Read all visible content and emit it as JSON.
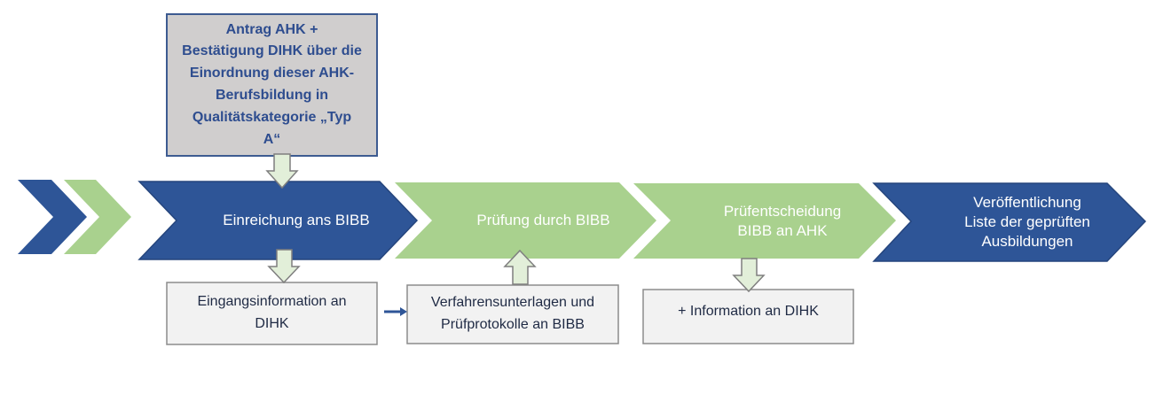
{
  "colors": {
    "dark_blue": "#2e5597",
    "dark_blue_edge": "#25457d",
    "light_green": "#a9d18e",
    "gray_box": "#d0cece",
    "gray_box_border": "#3d5b91",
    "info_box": "#f2f2f2",
    "info_box_border": "#8c8c8c",
    "arrow_fill": "#e2efd9",
    "arrow_stroke": "#7f7f7f",
    "connector": "#2e5597"
  },
  "top_box": {
    "text": "Antrag AHK +\nBestätigung DIHK über die\nEinordnung dieser AHK-\nBerufsbildung in\nQualitätskategorie „Typ\nA“"
  },
  "process_steps": [
    {
      "label": "Einreichung ans BIBB",
      "color": "dark_blue"
    },
    {
      "label": "Prüfung durch BIBB",
      "color": "light_green"
    },
    {
      "label": "Prüfentscheidung\nBIBB an AHK",
      "color": "light_green"
    },
    {
      "label": "Veröffentlichung\nListe der geprüften\nAusbildungen",
      "color": "dark_blue"
    }
  ],
  "info_boxes": [
    {
      "text": "Eingangsinformation an\nDIHK"
    },
    {
      "text": "Verfahrensunterlagen und\nPrüfprotokolle an BIBB"
    },
    {
      "text": "+ Information an DIHK"
    }
  ],
  "lead_chevrons": [
    {
      "color": "dark_blue"
    },
    {
      "color": "light_green"
    }
  ]
}
